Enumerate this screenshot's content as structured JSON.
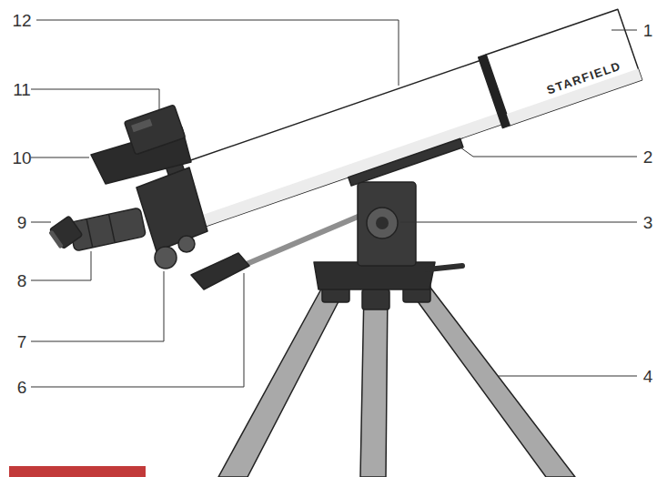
{
  "diagram": {
    "labels": [
      "12",
      "1",
      "11",
      "10",
      "2",
      "9",
      "3",
      "8",
      "7",
      "4",
      "6",
      "STARFIELD"
    ]
  }
}
